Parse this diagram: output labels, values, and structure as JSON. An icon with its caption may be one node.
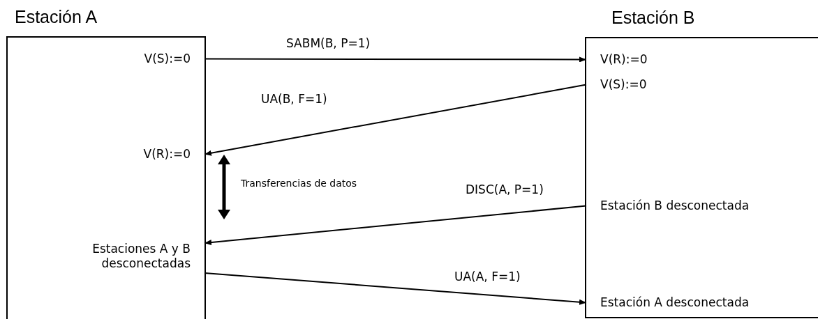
{
  "diagram": {
    "nodes": [
      {
        "text": [
          "Estación A"
        ]
      },
      {
        "text": [
          "V(S):=0"
        ],
        "in": 0
      },
      {
        "text": [
          "V(R):=0"
        ],
        "in": 0
      },
      {
        "text": [
          "Estaciones A y B desconectadas"
        ],
        "in": 0
      },
      {
        "text": [
          "Estación B"
        ]
      },
      {
        "text": [
          "V(R):=0"
        ],
        "in": 4
      },
      {
        "text": [
          "V(S):=0"
        ],
        "in": 4
      },
      {
        "text": [
          "Estación B desconectada"
        ],
        "in": 4
      },
      {
        "text": [
          "Estación A desconectada"
        ],
        "in": 4
      }
    ],
    "edges": [
      {
        "from": 1,
        "to": 5,
        "arrow": "to",
        "label": "SABM(B, P=1)"
      },
      {
        "from": 6,
        "to": 2,
        "arrow": "to",
        "label": "UA(B, F=1)"
      },
      {
        "from": 7,
        "to": 3,
        "arrow": "to",
        "label": "DISC(A, P=1)"
      },
      {
        "from": 3,
        "to": 8,
        "arrow": "to",
        "label": "UA(A, F=1)"
      }
    ],
    "labels": [
      "Transferencias de datos"
    ]
  }
}
